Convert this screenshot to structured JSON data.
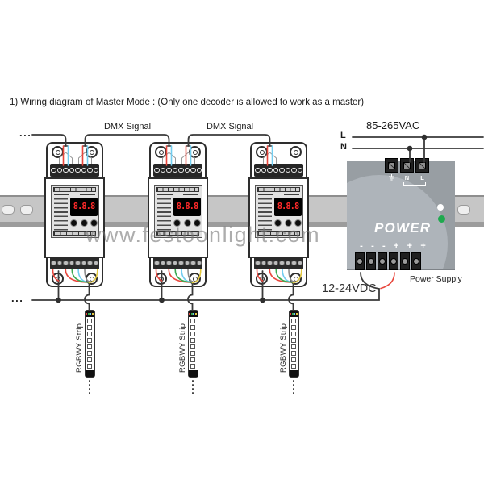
{
  "title": "1)  Wiring diagram of Master Mode : (Only one decoder is allowed to work as a master)",
  "watermark": "www.festoonlight.com",
  "top_labels": {
    "dmx_signal_1": "DMX Signal",
    "dmx_signal_2": "DMX Signal",
    "continuation_top": "...",
    "continuation_bus": "..."
  },
  "mains": {
    "voltage": "85-265VAC",
    "line": "L",
    "neutral": "N"
  },
  "dc": {
    "voltage": "12-24VDC"
  },
  "power_supply": {
    "label": "POWER",
    "caption": "Power Supply",
    "terminal_labels": {
      "neutral": "N",
      "line": "L"
    },
    "polarity": [
      "-",
      "-",
      "-",
      "+",
      "+",
      "+"
    ],
    "led_colors": {
      "white": "#ffffff",
      "green": "#1ea94e"
    }
  },
  "decoders": [
    {
      "display": "8.8.8",
      "strip_label": "RGBWY Strip"
    },
    {
      "display": "8.8.8",
      "strip_label": "RGBWY Strip"
    },
    {
      "display": "8.8.8",
      "strip_label": "RGBWY Strip"
    }
  ],
  "colors": {
    "wire_red": "#e8463c",
    "wire_blue": "#72cdf0",
    "wire_green": "#3aa94f",
    "wire_yellow": "#e3c83e",
    "display_red": "#ff2a2a",
    "rail_gray": "#c6c6c6",
    "power_box_gray": "#989ea3"
  }
}
